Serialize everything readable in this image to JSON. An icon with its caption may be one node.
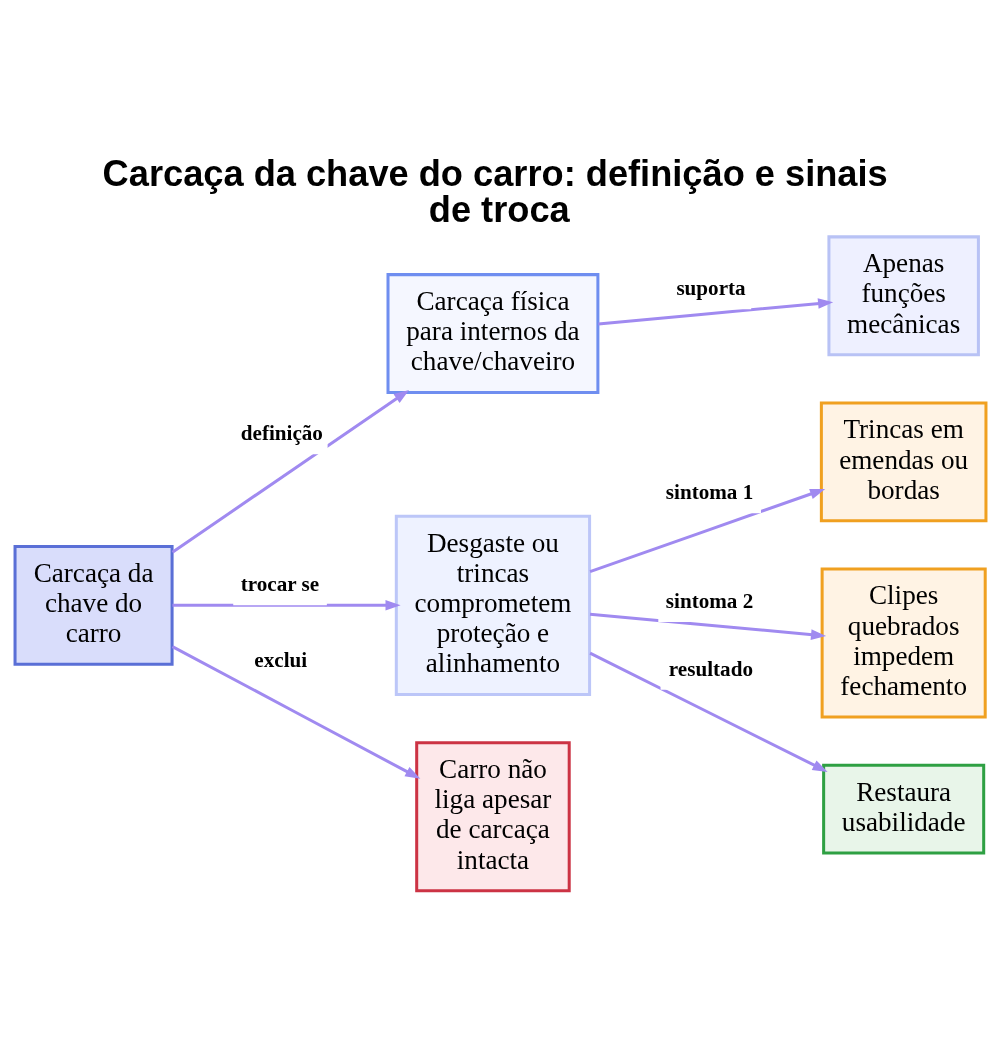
{
  "diagram": {
    "title": "Carcaça da chave do carro: definição e sinais de troca",
    "nodes": [
      {
        "text": [
          "Carcaça da chave do carro"
        ]
      },
      {
        "text": [
          "Carcaça física para internos da chave/chaveiro"
        ]
      },
      {
        "text": [
          "Apenas funções mecânicas"
        ]
      },
      {
        "text": [
          "Desgaste ou trincas comprometem proteção e alinhamento"
        ]
      },
      {
        "text": [
          "Trincas em emendas ou bordas"
        ]
      },
      {
        "text": [
          "Clipes quebrados impedem fechamento"
        ]
      },
      {
        "text": [
          "Restaura usabilidade"
        ]
      },
      {
        "text": [
          "Carro não liga apesar de carcaça intacta"
        ]
      }
    ],
    "edges": [
      {
        "from": 0,
        "to": 1,
        "arrow": "to",
        "label": "definição"
      },
      {
        "from": 1,
        "to": 2,
        "arrow": "to",
        "label": "suporta"
      },
      {
        "from": 0,
        "to": 3,
        "arrow": "to",
        "label": "trocar se"
      },
      {
        "from": 3,
        "to": 4,
        "arrow": "to",
        "label": "sintoma 1"
      },
      {
        "from": 3,
        "to": 5,
        "arrow": "to",
        "label": "sintoma 2"
      },
      {
        "from": 3,
        "to": 6,
        "arrow": "to",
        "label": "resultado"
      },
      {
        "from": 0,
        "to": 7,
        "arrow": "to",
        "label": "exclui"
      }
    ]
  }
}
